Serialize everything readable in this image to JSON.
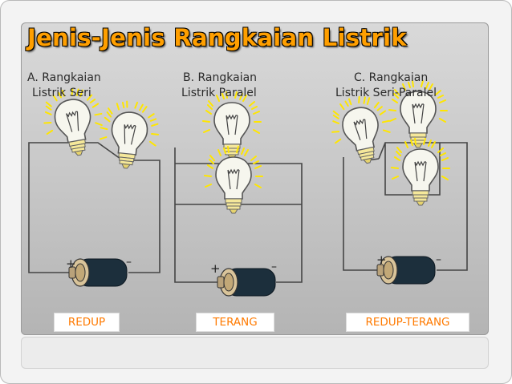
{
  "title": "Jenis-Jenis Rangkaian Listrik",
  "columns": {
    "a": {
      "line1": "A. Rangkaian",
      "line2": "Listrik Seri",
      "result": "REDUP"
    },
    "b": {
      "line1": "B. Rangkaian",
      "line2": "Listrik Paralel",
      "result": "TERANG"
    },
    "c": {
      "line1": "C. Rangkaian",
      "line2": "Listrik Seri-Paralel",
      "result": "REDUP-TERANG"
    }
  },
  "battery": {
    "plus": "+",
    "minus": "–"
  },
  "colors": {
    "title": "#ff9f00",
    "result": "#ff7a00",
    "glow": "#ffe600",
    "battery": "#1c2f3c",
    "bulb_glass": "#f6f6ee",
    "bulb_base": "#f5e89a"
  }
}
